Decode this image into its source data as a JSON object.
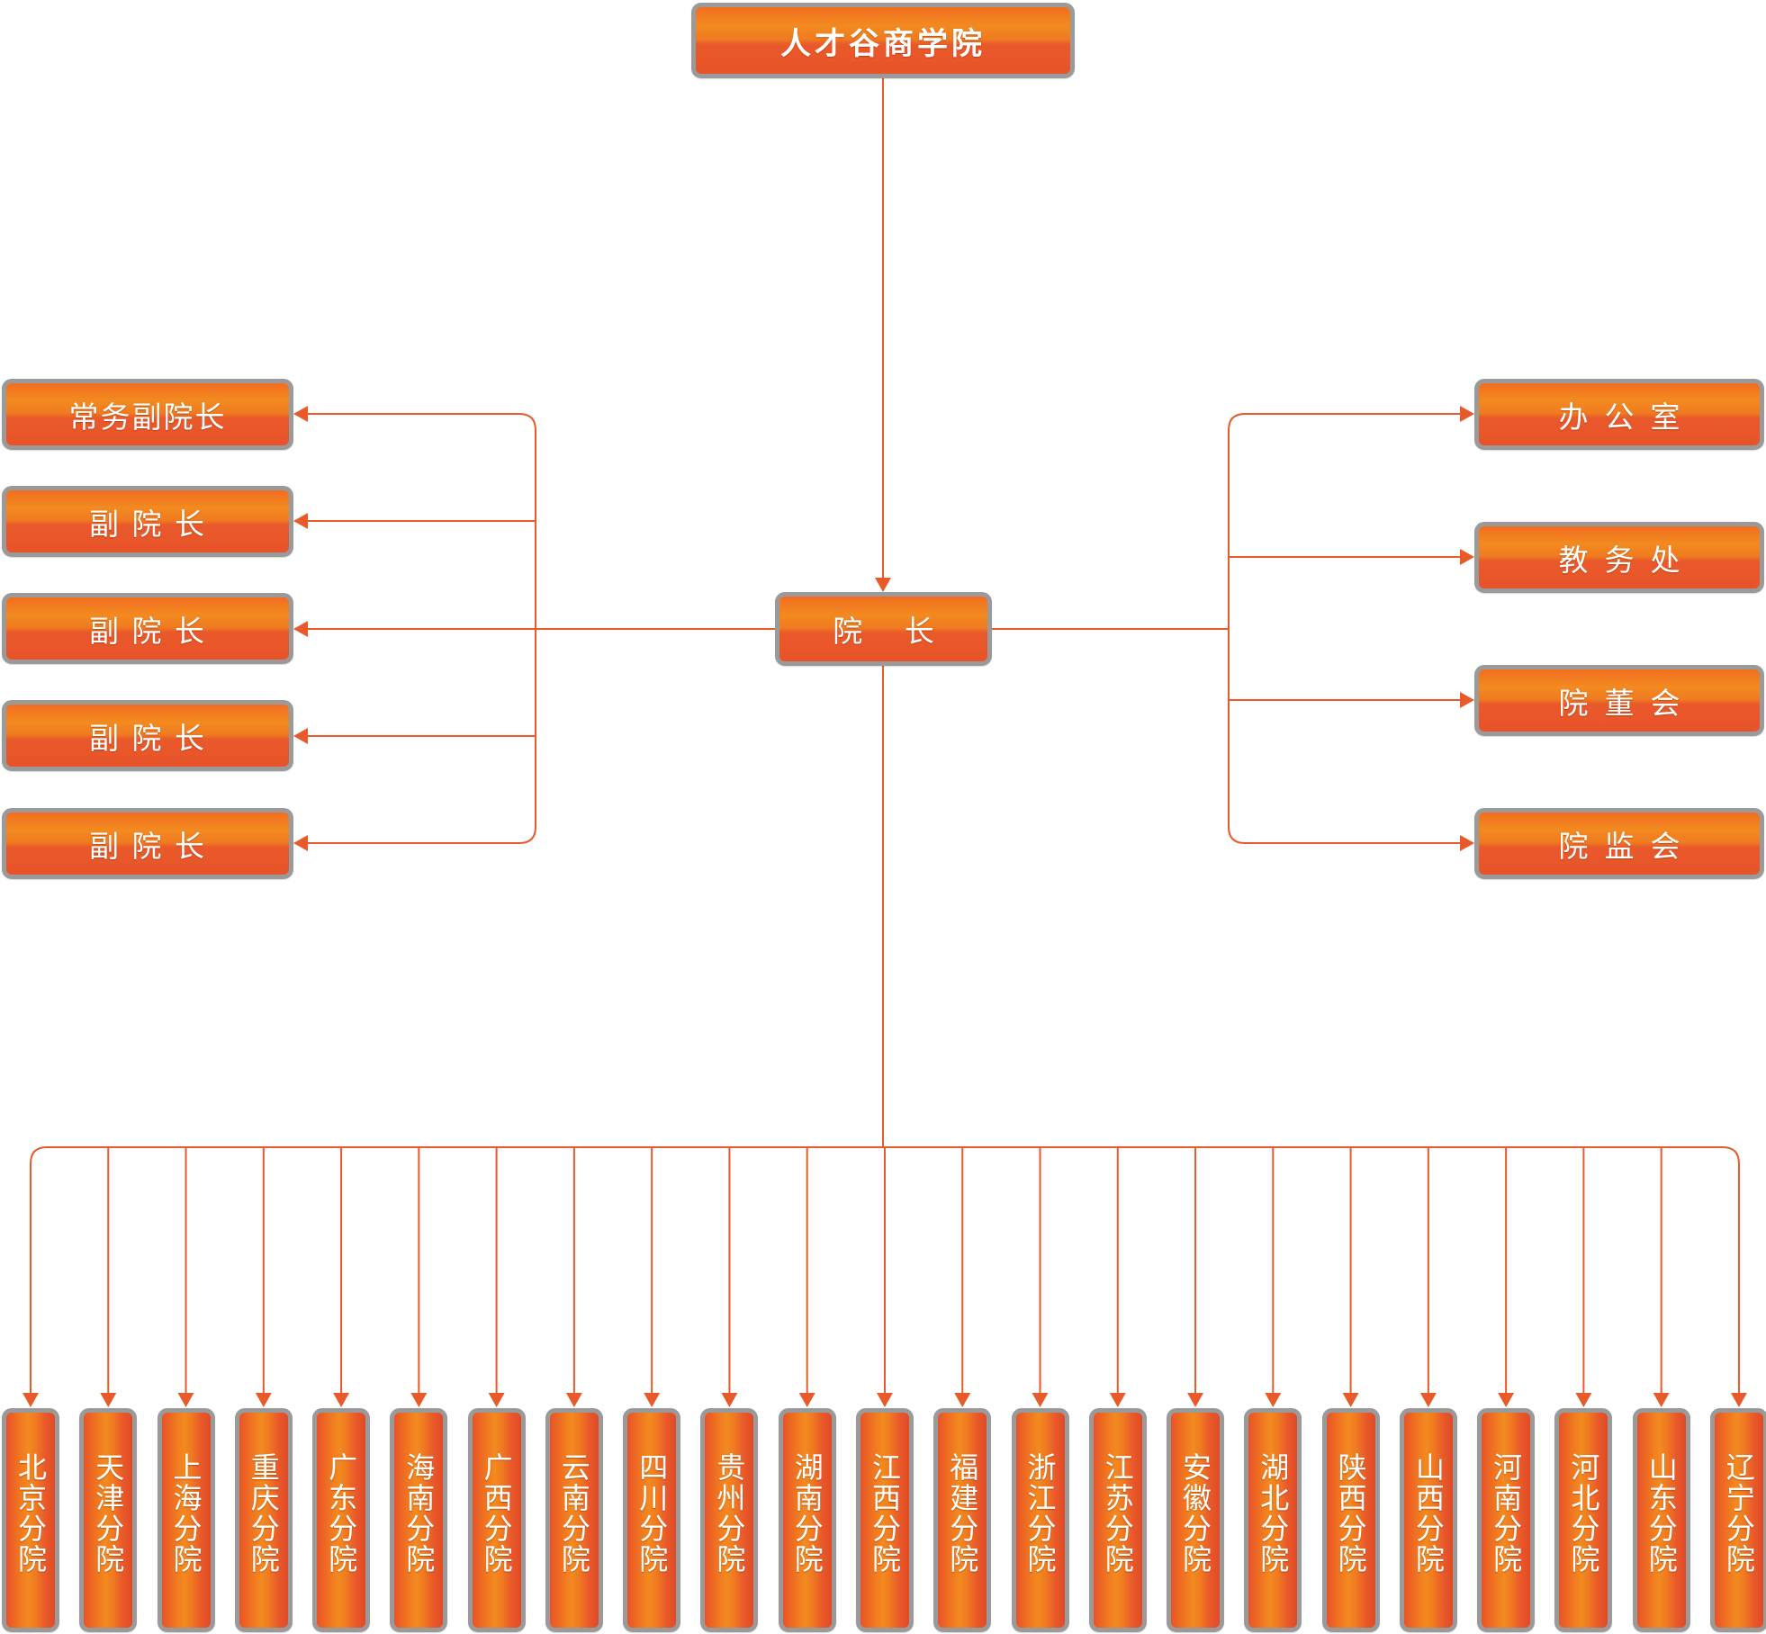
{
  "colors": {
    "connector": "#e85a2a",
    "box_border": "#9a9a9a",
    "box_text": "#ffffff"
  },
  "root": {
    "label": "人才谷商学院"
  },
  "president": {
    "label": "院 长"
  },
  "left": [
    {
      "label": "常务副院长"
    },
    {
      "label": "副 院 长"
    },
    {
      "label": "副 院 长"
    },
    {
      "label": "副 院 长"
    },
    {
      "label": "副 院 长"
    }
  ],
  "right": [
    {
      "label": "办公室"
    },
    {
      "label": "教务处"
    },
    {
      "label": "院董会"
    },
    {
      "label": "院监会"
    }
  ],
  "branches": [
    {
      "label": "北京分院"
    },
    {
      "label": "天津分院"
    },
    {
      "label": "上海分院"
    },
    {
      "label": "重庆分院"
    },
    {
      "label": "广东分院"
    },
    {
      "label": "海南分院"
    },
    {
      "label": "广西分院"
    },
    {
      "label": "云南分院"
    },
    {
      "label": "四川分院"
    },
    {
      "label": "贵州分院"
    },
    {
      "label": "湖南分院"
    },
    {
      "label": "江西分院"
    },
    {
      "label": "福建分院"
    },
    {
      "label": "浙江分院"
    },
    {
      "label": "江苏分院"
    },
    {
      "label": "安徽分院"
    },
    {
      "label": "湖北分院"
    },
    {
      "label": "陕西分院"
    },
    {
      "label": "山西分院"
    },
    {
      "label": "河南分院"
    },
    {
      "label": "河北分院"
    },
    {
      "label": "山东分院"
    },
    {
      "label": "辽宁分院"
    }
  ]
}
